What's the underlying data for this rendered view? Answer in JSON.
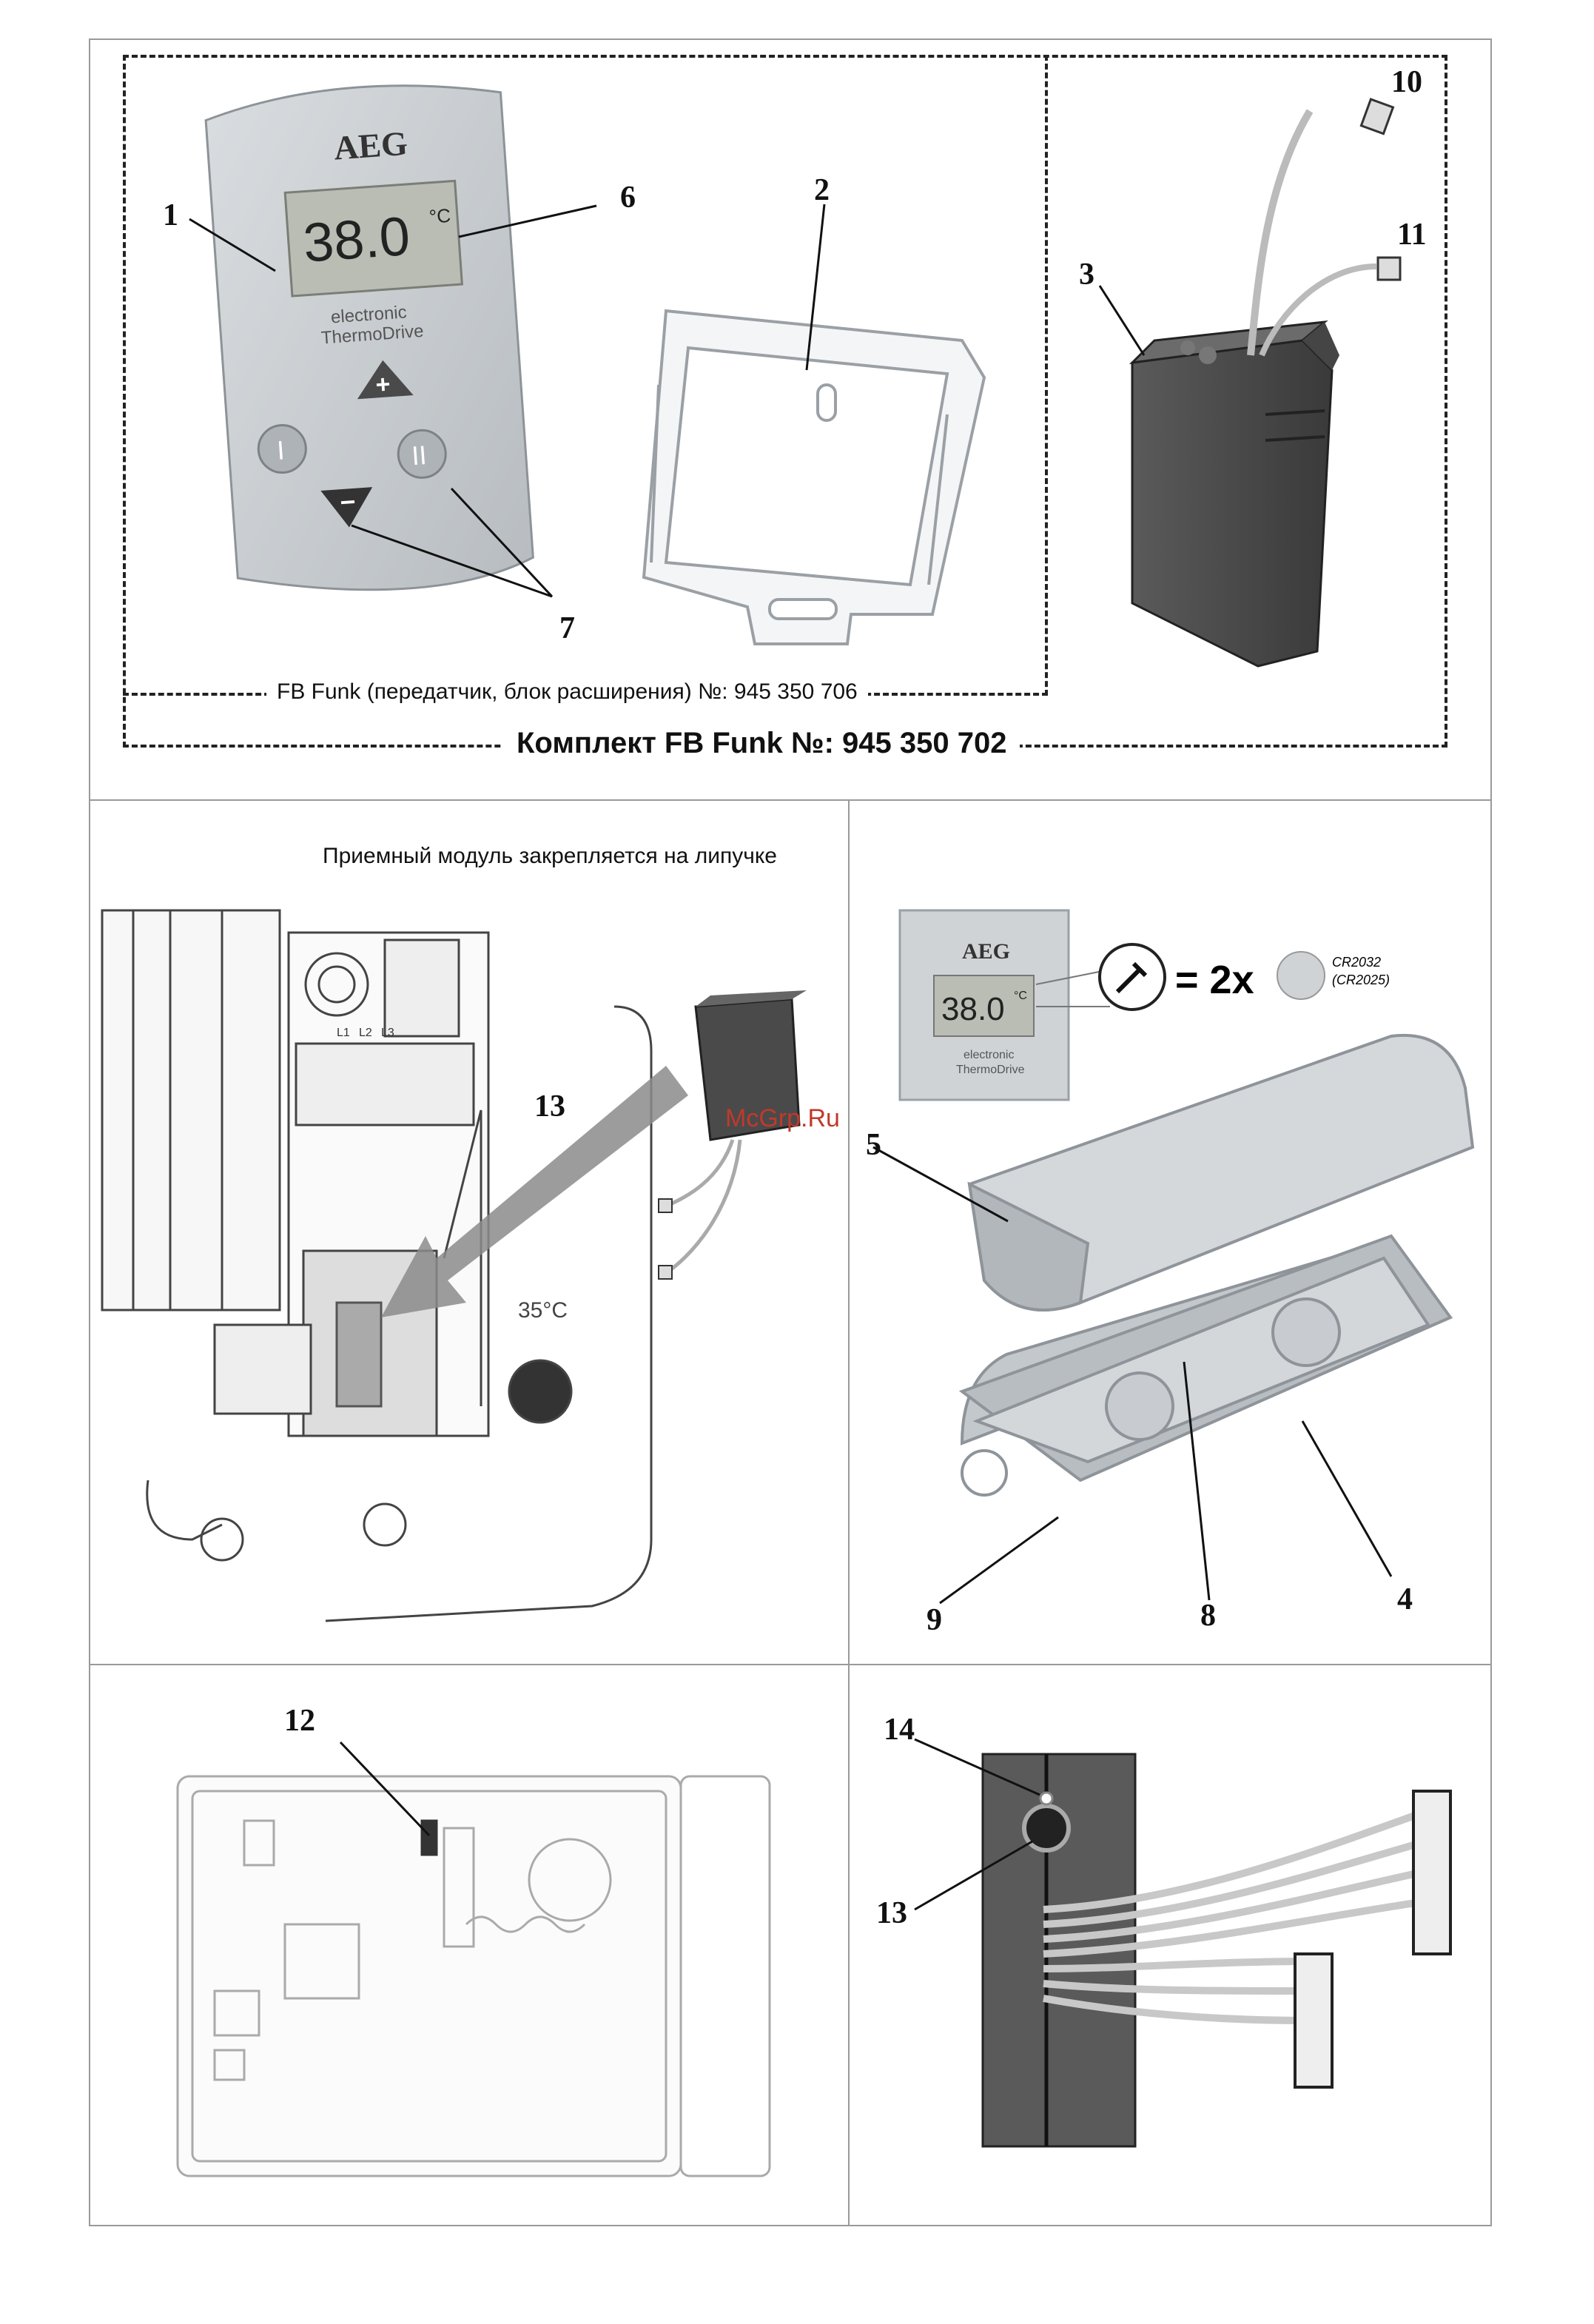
{
  "captions": {
    "inner_kit": "FB Funk (передатчик, блок расширения) №: 945 350 706",
    "outer_kit": "Комплект FB Funk №: 945 350 702",
    "velcro_note": "Приемный модуль закрепляется на липучке"
  },
  "remote": {
    "brand": "AEG",
    "display": "38.0",
    "unit": "°C",
    "line1": "electronic",
    "line2": "ThermoDrive",
    "btn_plus": "+",
    "btn_minus": "−",
    "btn_one": "I",
    "btn_two": "II"
  },
  "heater": {
    "temp_label": "35°C",
    "terminals": [
      "L1",
      "L2",
      "L3"
    ]
  },
  "battery": {
    "equals": "= 2x",
    "type_primary": "CR2032",
    "type_alt": "(CR2025)"
  },
  "callouts": [
    "1",
    "2",
    "3",
    "4",
    "5",
    "6",
    "7",
    "8",
    "9",
    "10",
    "11",
    "12",
    "13",
    "14"
  ],
  "watermark": "McGrp.Ru",
  "colors": {
    "module": "#4e4e4e",
    "remote": "#cfd3d6",
    "lcd": "#b9bdb4",
    "line": "#1a1a1a"
  }
}
